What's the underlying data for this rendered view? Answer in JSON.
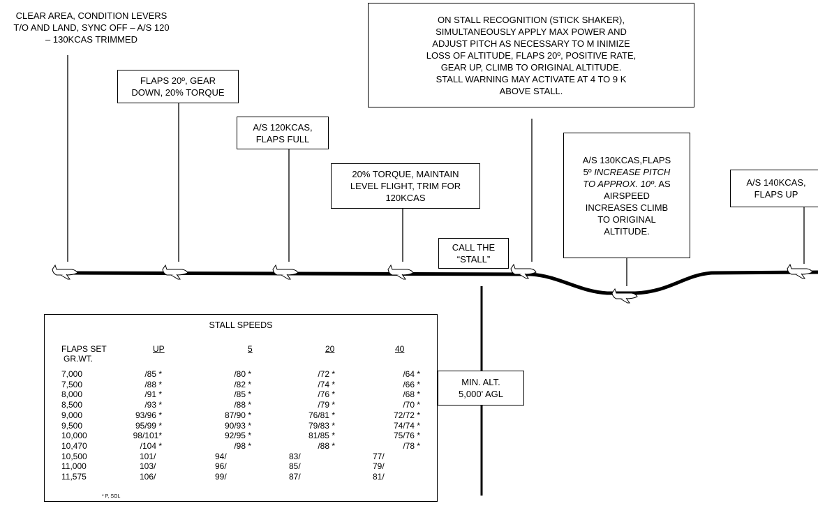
{
  "callouts": {
    "clear_area": "CLEAR AREA, CONDITION LEVERS\nT/O AND LAND, SYNC OFF – A/S 120\n– 130KCAS TRIMMED",
    "flaps20_gear": "FLAPS 20º, GEAR\nDOWN, 20% TORQUE",
    "as120_flaps_full": "A/S 120KCAS,\nFLAPS FULL",
    "torque_maintain": "20% TORQUE, MAINTAIN\nLEVEL FLIGHT, TRIM FOR\n120KCAS",
    "stall_recognition": "ON STALL RECOGNITION (STICK SHAKER),\nSIMULTANEOUSLY APPLY MAX POWER AND\nADJUST PITCH AS NECESSARY TO M INIMIZE\nLOSS OF ALTITUDE, FLAPS 20º, POSITIVE RATE,\nGEAR UP, CLIMB TO ORIGINAL ALTITUDE.\nSTALL WARNING MAY ACTIVATE AT  4 TO 9 K\nABOVE STALL.",
    "call_stall": "CALL THE\n“STALL”",
    "as130_pre": "A/S 130KCAS,FLAPS\n5º ",
    "as130_italic1": "INCREASE PITCH\nTO APPROX. 10º",
    "as130_post": ". AS\nAIRSPEED\nINCREASES CLIMB\nTO ORIGINAL\nALTITUDE.",
    "as140_flaps_up": "A/S 140KCAS,\nFLAPS UP",
    "min_alt": "MIN. ALT.\n5,000' AGL"
  },
  "stall_table": {
    "title": "STALL SPEEDS",
    "row_header_1": "FLAPS SET",
    "row_header_2": "GR.WT.",
    "columns": [
      "UP",
      "5",
      "20",
      "40"
    ],
    "rows": [
      {
        "wt": "7,000",
        "v": [
          "/85  *",
          "/80 *",
          "/72 *",
          "/64 *"
        ]
      },
      {
        "wt": "7,500",
        "v": [
          "/88  *",
          "/82 *",
          "/74 *",
          "/66 *"
        ]
      },
      {
        "wt": "8,000",
        "v": [
          "/91  *",
          "/85 *",
          "/76 *",
          "/68 *"
        ]
      },
      {
        "wt": "8,500",
        "v": [
          "/93  *",
          "/88 *",
          "/79 *",
          "/70 *"
        ]
      },
      {
        "wt": "9,000",
        "v": [
          "93/96  *",
          "87/90 *",
          "76/81 *",
          "72/72 *"
        ]
      },
      {
        "wt": "9,500",
        "v": [
          "95/99  *",
          "90/93 *",
          "79/83 *",
          "74/74 *"
        ]
      },
      {
        "wt": "10,000",
        "v": [
          "98/101*",
          "92/95 *",
          "81/85 *",
          "75/76 *"
        ]
      },
      {
        "wt": "10,470",
        "v": [
          "/104 *",
          "/98 *",
          "/88 *",
          "/78 *"
        ]
      },
      {
        "wt": "10,500",
        "v": [
          "101/",
          "94/",
          "83/",
          "77/"
        ]
      },
      {
        "wt": "11,000",
        "v": [
          "103/",
          "96/",
          "85/",
          "79/"
        ]
      },
      {
        "wt": "11,575",
        "v": [
          "106/",
          "99/",
          "87/",
          "81/"
        ]
      }
    ],
    "footnote": "* P, SOL"
  },
  "icons": {
    "aircraft": "airplane-icon"
  }
}
